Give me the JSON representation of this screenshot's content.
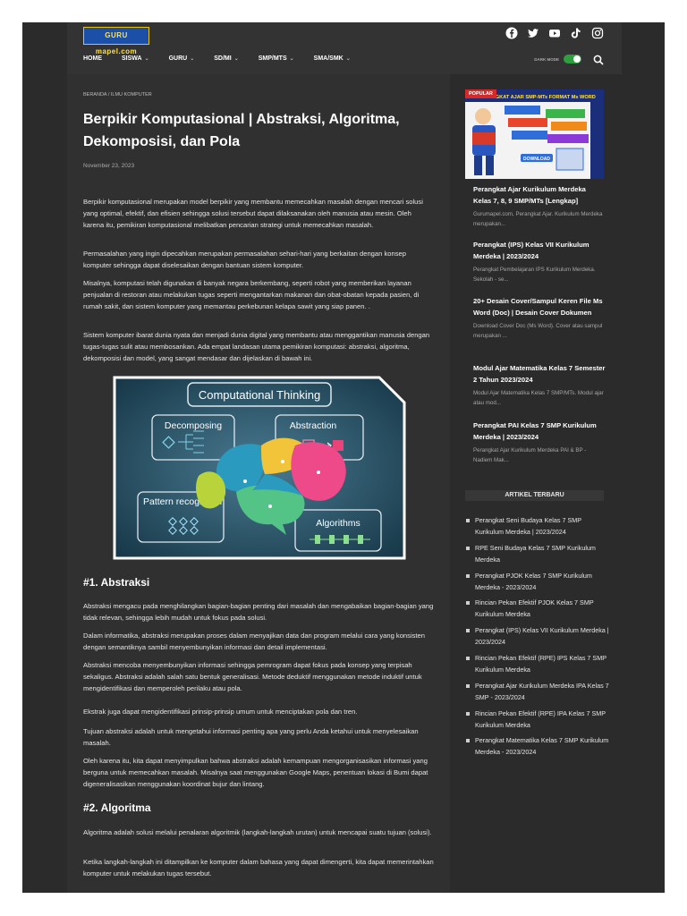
{
  "header": {
    "logo_text": "GURU mapel.com",
    "social_icons": [
      "facebook-icon",
      "twitter-icon",
      "youtube-icon",
      "tiktok-icon",
      "instagram-icon"
    ],
    "nav": [
      {
        "label": "HOME",
        "dropdown": false
      },
      {
        "label": "SISWA",
        "dropdown": true
      },
      {
        "label": "GURU",
        "dropdown": true
      },
      {
        "label": "SD/MI",
        "dropdown": true
      },
      {
        "label": "SMP/MTS",
        "dropdown": true
      },
      {
        "label": "SMA/SMK",
        "dropdown": true
      }
    ],
    "dark_mode_label": "DARK MODE",
    "dark_mode_on": true
  },
  "article": {
    "breadcrumb": "BERANDA / ILMU KOMPUTER",
    "title": "Berpikir Komputasional | Abstraksi, Algoritma, Dekomposisi, dan Pola",
    "date": "November 23, 2023",
    "paragraphs": [
      "Berpikir komputasional merupakan model berpikir yang membantu memecahkan masalah dengan mencari solusi yang optimal, efektif, dan efisien sehingga solusi tersebut dapat dilaksanakan oleh manusia atau mesin. Oleh karena itu, pemikiran komputasional melibatkan pencarian strategi untuk memecahkan masalah.",
      "Permasalahan yang ingin dipecahkan merupakan permasalahan sehari-hari yang berkaitan dengan konsep komputer sehingga dapat diselesaikan dengan bantuan sistem komputer.",
      "Misalnya, komputasi telah digunakan di banyak negara berkembang, seperti robot yang memberikan layanan penjualan di restoran atau melakukan tugas seperti mengantarkan makanan dan obat-obatan kepada pasien, di rumah sakit, dan sistem komputer yang memantau perkebunan kelapa sawit yang siap panen. .",
      "Sistem komputer ibarat dunia nyata dan menjadi dunia digital yang membantu atau menggantikan manusia dengan tugas-tugas sulit atau membosankan. Ada empat landasan utama pemikiran komputasi: abstraksi, algoritma, dekomposisi dan model, yang sangat mendasar dan  dijelaskan di bawah ini."
    ],
    "figure": {
      "title": "Computational Thinking",
      "labels": [
        "Decomposing",
        "Abstraction",
        "Pattern recognition",
        "Algorithms"
      ]
    },
    "section1": {
      "heading": "#1. Abstraksi",
      "paragraphs": [
        "Abstraksi mengacu pada menghilangkan bagian-bagian penting dari masalah dan mengabaikan bagian-bagian yang tidak relevan, sehingga lebih mudah untuk fokus pada solusi.",
        "Dalam informatika, abstraksi merupakan proses dalam menyajikan data dan program melalui cara yang konsisten dengan semantiknya sambil menyembunyikan informasi dan detail implementasi.",
        "Abstraksi mencoba menyembunyikan informasi sehingga pemrogram dapat fokus pada konsep yang terpisah sekaligus. Abstraksi adalah salah satu bentuk generalisasi. Metode deduktif menggunakan metode  induktif untuk mengidentifikasi dan memperoleh  perilaku atau pola.",
        "Ekstrak juga dapat mengidentifikasi prinsip-prinsip umum untuk menciptakan pola  dan tren.",
        "Tujuan abstraksi adalah untuk mengetahui informasi penting apa yang perlu Anda ketahui untuk menyelesaikan masalah.",
        "Oleh karena itu, kita dapat menyimpulkan bahwa abstraksi adalah  kemampuan mengorganisasikan informasi yang berguna untuk memecahkan masalah. Misalnya saat menggunakan Google Maps, penentuan lokasi di Bumi dapat digeneralisasikan menggunakan  koordinat bujur dan lintang."
      ]
    },
    "section2": {
      "heading": "#2. Algoritma",
      "paragraphs": [
        "Algoritma adalah solusi melalui penalaran algoritmik (langkah-langkah urutan) untuk mencapai suatu tujuan (solusi).",
        "Ketika langkah-langkah ini ditampilkan ke komputer dalam bahasa yang dapat dimengerti, kita  dapat memerintahkan komputer untuk melakukan tugas tersebut."
      ]
    }
  },
  "sidebar": {
    "popular_badge": "POPULAR",
    "featured_banner": "PERANGKAT AJAR SMP-MTs FORMAT Ms WORD",
    "featured_download": "DOWNLOAD",
    "popular_posts": [
      {
        "title": "Perangkat Ajar Kurikulum Merdeka Kelas 7, 8, 9 SMP/MTs [Lengkap]",
        "excerpt": "Gurumapel.com, Perangkat Ajar. Kurikulum Merdeka merupakan..."
      },
      {
        "title": "Perangkat (IPS) Kelas VII Kurikulum Merdeka | 2023/2024",
        "excerpt": "Perangkat Pembelajaran IPS Kurikulum Merdeka. Sekolah - se..."
      },
      {
        "title": "20+ Desain Cover/Sampul Keren File Ms Word (Doc) | Desain Cover Dokumen",
        "excerpt": "Download Cover Doc (Ms Word). Cover atau sampul merupakan ..."
      },
      {
        "title": "Modul Ajar Matematika Kelas 7 Semester 2 Tahun 2023/2024",
        "excerpt": "Modul Ajar Matematika Kelas 7 SMP/MTs. Modul ajar atau mod..."
      },
      {
        "title": "Perangkat PAI Kelas 7 SMP Kurikulum Merdeka | 2023/2024",
        "excerpt": "Perangkat Ajar Kurikulum Merdeka PAI & BP  - Nadiem Mak..."
      }
    ],
    "recent_heading": "ARTIKEL TERBARU",
    "recent_posts": [
      "Perangkat Seni Budaya Kelas 7 SMP Kurikulum Merdeka | 2023/2024",
      "RPE Seni Budaya Kelas 7 SMP Kurikulum Merdeka",
      "Perangkat PJOK Kelas 7 SMP Kurikulum Merdeka - 2023/2024",
      "Rincian Pekan Efektif PJOK Kelas 7 SMP Kurikulum Merdeka",
      "Perangkat (IPS) Kelas VII Kurikulum Merdeka | 2023/2024",
      "Rincian Pekan Efektif (RPE) IPS Kelas 7 SMP Kurikulum Merdeka",
      "Perangkat Ajar Kurikulum Merdeka IPA Kelas 7 SMP - 2023/2024",
      "Rincian Pekan Efektif (RPE) IPA Kelas 7 SMP Kurikulum Merdeka",
      "Perangkat Matematika Kelas 7 SMP Kurikulum Merdeka - 2023/2024"
    ]
  }
}
